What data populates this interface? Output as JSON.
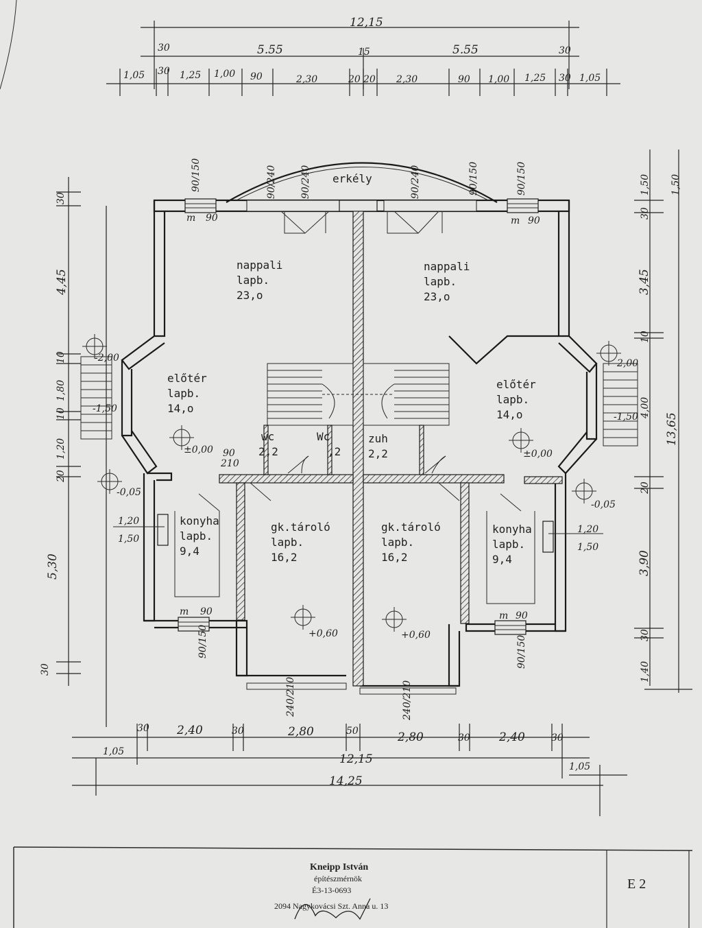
{
  "sheet": {
    "code": "E 2",
    "title_block": {
      "name": "Kneipp István",
      "profession": "építészmérnök",
      "license": "É3-13-0693",
      "address": "2094 Nagykovácsi Szt. Anna u. 13"
    }
  },
  "rooms": {
    "balcony": "erkély",
    "living_left": {
      "name": "nappali",
      "floor": "lapb.",
      "area": "23,o"
    },
    "living_right": {
      "name": "nappali",
      "floor": "lapb.",
      "area": "23,o"
    },
    "hall_left": {
      "name": "előtér",
      "floor": "lapb.",
      "area": "14,o"
    },
    "hall_right": {
      "name": "előtér",
      "floor": "lapb.",
      "area": "14,o"
    },
    "wc": {
      "name": "wc",
      "area": "2,2"
    },
    "wc2": {
      "name": "Wc",
      "area": ",2"
    },
    "shower": {
      "name": "zuh",
      "area": "2,2"
    },
    "kitchen_left": {
      "name": "konyha",
      "floor": "lapb.",
      "area": "9,4"
    },
    "kitchen_right": {
      "name": "konyha",
      "floor": "lapb.",
      "area": "9,4"
    },
    "garage_left": {
      "name": "gk.tároló",
      "floor": "lapb.",
      "area": "16,2"
    },
    "garage_right": {
      "name": "gk.tároló",
      "floor": "lapb.",
      "area": "16,2"
    }
  },
  "levels": {
    "hall_left": "±0,00",
    "hall_right": "±0,00",
    "entry_left": "-0,05",
    "entry_right": "-0,05",
    "garage_left": "+0,60",
    "garage_right": "+0,60",
    "stair_left": "-2,00",
    "stair_right": "2,00",
    "stair_left_lower": "-1,50",
    "stair_right_lower": "-1,50"
  },
  "dimensions": {
    "top_overall": "12,15",
    "top_half_left": "5.55",
    "top_half_right": "5.55",
    "top_wall": "30",
    "top_mid": "15",
    "top_chain": [
      "1,05",
      "30",
      "1,25",
      "1,00",
      "90",
      "2,30",
      "20",
      "20",
      "2,30",
      "90",
      "1,00",
      "1,25",
      "30",
      "1,05"
    ],
    "bottom_chain": [
      "30",
      "2,40",
      "30",
      "2,80",
      "50",
      "2,80",
      "30",
      "2,40",
      "30"
    ],
    "bottom_overall_inner": "12,15",
    "bottom_overall_outer": "14,25",
    "bottom_side_left": "1,05",
    "bottom_side_right": "1,05",
    "left_chain": [
      "30",
      "4,45",
      "10",
      "1,80",
      "10",
      "1,20",
      "20",
      "5,30",
      "30"
    ],
    "right_chain": [
      "1,50",
      "30",
      "3,45",
      "10",
      "4,00",
      "20",
      "3,90",
      "30",
      "1,40"
    ],
    "right_overall": "13,65",
    "right_top": "1,50",
    "window_openings": [
      "90/150",
      "90/240",
      "90/240",
      "90/150",
      "90/150",
      "90/150"
    ],
    "garage_doors": [
      "240/210",
      "240/210"
    ],
    "kitchen_window": [
      "1,20",
      "1,50"
    ],
    "door_210": "210",
    "door_90": "90"
  }
}
